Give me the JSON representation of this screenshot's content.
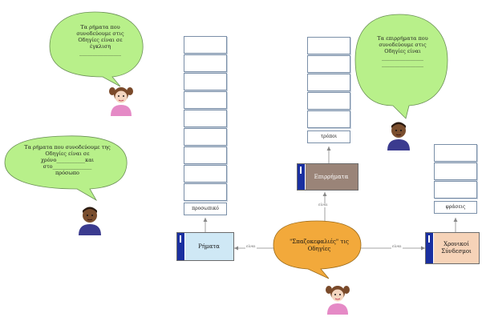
{
  "bubbles": {
    "top_left": [
      "Τα ρήματα που",
      "συνοδεύουμε στις",
      "Οδηγίες είναι σε",
      "έγκλιση",
      "________________"
    ],
    "mid_left": [
      "Τα ρήματα που συνοδεύουμε της",
      "Οδηγίες είναι σε",
      "χρόνο___________και",
      "στο_______________",
      "πρόσωπο"
    ],
    "top_right": [
      "Τα επιρρήματα που",
      "συνοδεύουμε στις",
      "Οδηγίες είναι",
      "________________",
      "________________"
    ]
  },
  "columns": {
    "verbs_label": "προσωπικό",
    "adverbs_label": "τρόποι",
    "conjunctions_label": "φράσεις"
  },
  "concepts": {
    "center": "\"Σπαζοκεφαλιές\" τις Οδηγίες",
    "verbs": "Ρήματα",
    "adverbs": "Επιρρήματα",
    "conjunctions": "Χρονικοί Σύνδεσμοι"
  },
  "link_labels": {
    "left": "είναι",
    "up": "είναι",
    "right": "είναι"
  },
  "colors": {
    "bubble_green": "#b8f08a",
    "center_orange": "#f2a93b",
    "verbs_blue": "#cfe8f5",
    "adverbs_brown": "#9a8478",
    "conjunctions_peach": "#f6d3b8",
    "tag_blue": "#1a2fa0"
  },
  "icons": [
    "girl-avatar-icon",
    "boy-avatar-icon",
    "boy-avatar-icon",
    "boy-avatar-icon",
    "girl-avatar-icon"
  ]
}
